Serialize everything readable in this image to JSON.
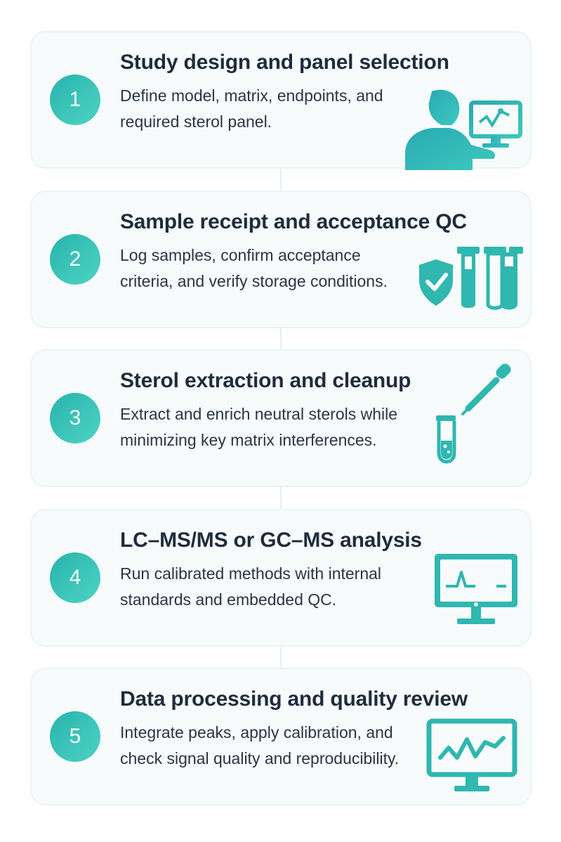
{
  "colors": {
    "accent": "#2eb7b0",
    "accent_light": "#4fd4c4",
    "card_bg": "#f7fbfb",
    "text_dark": "#1f2c3d"
  },
  "steps": [
    {
      "number": "1",
      "title": "Study design and panel selection",
      "description": "Define model, matrix, endpoints, and required sterol panel.",
      "icon": "person-at-computer-icon"
    },
    {
      "number": "2",
      "title": "Sample receipt and acceptance QC",
      "description": "Log samples, confirm acceptance criteria, and verify storage conditions.",
      "icon": "shield-check-test-tubes-icon"
    },
    {
      "number": "3",
      "title": "Sterol extraction and cleanup",
      "description": "Extract and enrich neutral sterols while minimizing key matrix interferences.",
      "icon": "pipette-test-tube-icon"
    },
    {
      "number": "4",
      "title": "LC–MS/MS or GC–MS analysis",
      "description": "Run calibrated methods with internal standards and embedded QC.",
      "icon": "chromatogram-monitor-icon"
    },
    {
      "number": "5",
      "title": "Data processing and quality review",
      "description": "Integrate peaks, apply calibration, and check signal quality and reproducibility.",
      "icon": "signal-monitor-icon"
    }
  ]
}
